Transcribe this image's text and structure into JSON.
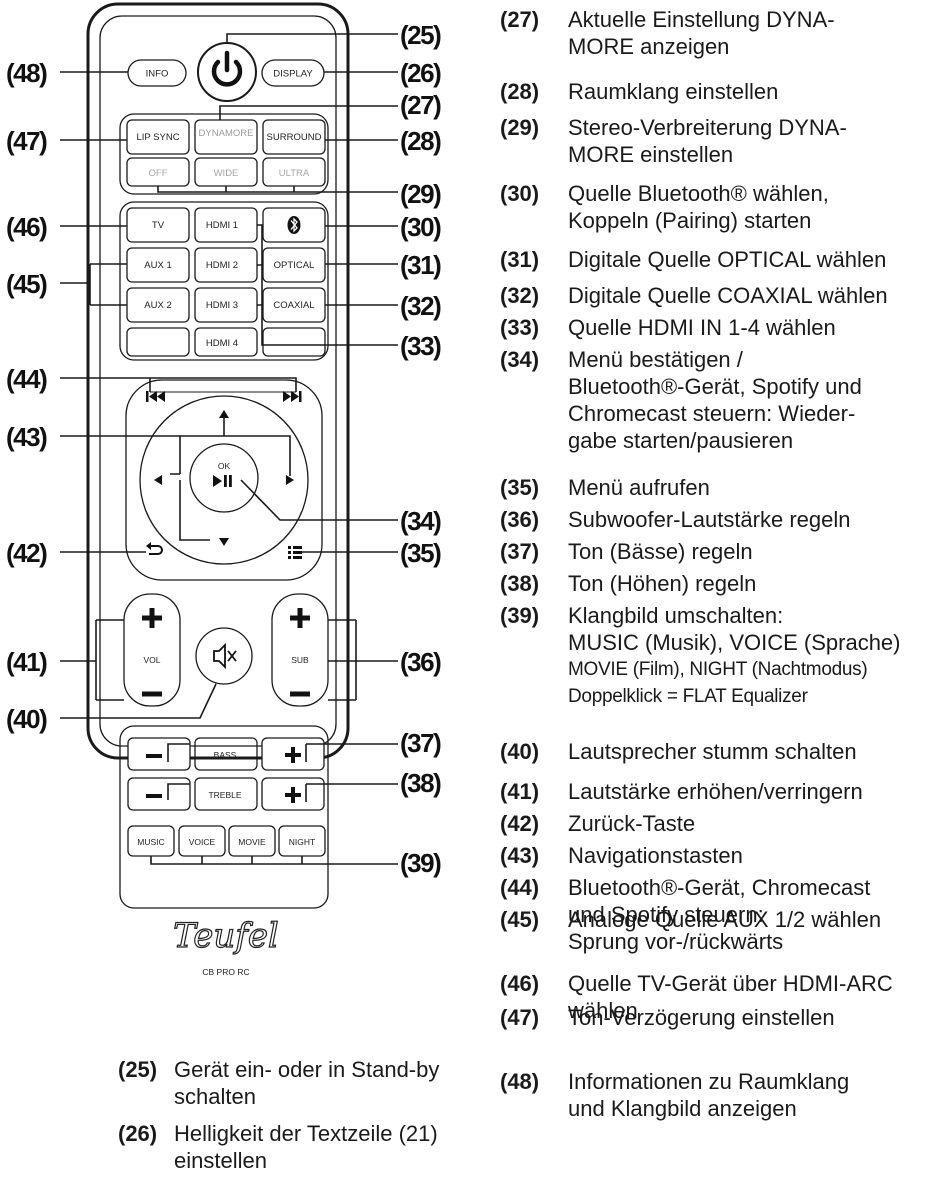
{
  "remote": {
    "buttons": {
      "info": "INFO",
      "display": "DISPLAY",
      "lip_sync": "LIP SYNC",
      "dynamore": "DYNAMORE",
      "surround": "SURROUND",
      "off": "OFF",
      "wide": "WIDE",
      "ultra": "ULTRA",
      "tv": "TV",
      "hdmi1": "HDMI 1",
      "aux1": "AUX 1",
      "hdmi2": "HDMI 2",
      "optical": "OPTICAL",
      "aux2": "AUX 2",
      "hdmi3": "HDMI 3",
      "coaxial": "COAXIAL",
      "hdmi4": "HDMI 4",
      "ok": "OK",
      "vol": "VOL",
      "sub": "SUB",
      "bass": "BASS",
      "treble": "TREBLE",
      "music": "MUSIC",
      "voice": "VOICE",
      "movie": "MOVIE",
      "night": "NIGHT"
    },
    "brand": "Teufel",
    "model": "CB PRO RC",
    "callouts": {
      "c25": "(25)",
      "c26": "(26)",
      "c27": "(27)",
      "c28": "(28)",
      "c29": "(29)",
      "c30": "(30)",
      "c31": "(31)",
      "c32": "(32)",
      "c33": "(33)",
      "c34": "(34)",
      "c35": "(35)",
      "c36": "(36)",
      "c37": "(37)",
      "c38": "(38)",
      "c39": "(39)",
      "c40": "(40)",
      "c41": "(41)",
      "c42": "(42)",
      "c43": "(43)",
      "c44": "(44)",
      "c45": "(45)",
      "c46": "(46)",
      "c47": "(47)",
      "c48": "(48)"
    }
  },
  "left_descriptions": [
    {
      "num": "(25)",
      "lines": [
        "Gerät ein- oder in Stand-by",
        "schalten"
      ]
    },
    {
      "num": "(26)",
      "lines": [
        "Helligkeit der Textzeile (21)",
        "einstellen"
      ]
    }
  ],
  "descriptions": [
    {
      "num": "(27)",
      "lines": [
        "Aktuelle Einstellung DYNA-",
        "MORE anzeigen"
      ]
    },
    {
      "num": "(28)",
      "lines": [
        "Raumklang einstellen"
      ]
    },
    {
      "num": "(29)",
      "lines": [
        "Stereo-Verbreiterung DYNA-",
        "MORE einstellen"
      ]
    },
    {
      "num": "(30)",
      "lines": [
        "Quelle Bluetooth® wählen,",
        "Koppeln (Pairing) starten"
      ]
    },
    {
      "num": "(31)",
      "lines": [
        "Digitale Quelle OPTICAL wählen"
      ]
    },
    {
      "num": "(32)",
      "lines": [
        "Digitale Quelle COAXIAL wählen"
      ]
    },
    {
      "num": "(33)",
      "lines": [
        "Quelle HDMI IN 1-4 wählen"
      ]
    },
    {
      "num": "(34)",
      "lines": [
        "Menü bestätigen /",
        "Bluetooth®-Gerät, Spotify und",
        "Chromecast steuern: Wieder-",
        "gabe starten/pausieren"
      ]
    },
    {
      "num": "(35)",
      "lines": [
        "Menü aufrufen"
      ]
    },
    {
      "num": "(36)",
      "lines": [
        "Subwoofer-Lautstärke regeln"
      ]
    },
    {
      "num": "(37)",
      "lines": [
        "Ton (Bässe) regeln"
      ]
    },
    {
      "num": "(38)",
      "lines": [
        "Ton (Höhen) regeln"
      ]
    },
    {
      "num": "(39)",
      "lines": [
        "Klangbild umschalten:",
        "MUSIC (Musik), VOICE (Sprache)",
        "MOVIE (Film), NIGHT (Nachtmodus)",
        "Doppelklick = FLAT Equalizer"
      ]
    },
    {
      "num": "(40)",
      "lines": [
        "Lautsprecher stumm schalten"
      ]
    },
    {
      "num": "(41)",
      "lines": [
        "Lautstärke erhöhen/verringern"
      ]
    },
    {
      "num": "(42)",
      "lines": [
        "Zurück-Taste"
      ]
    },
    {
      "num": "(43)",
      "lines": [
        "Navigationstasten"
      ]
    },
    {
      "num": "(44)",
      "lines": [
        "Bluetooth®-Gerät, Chromecast",
        "und Spotify steuern:",
        "Sprung vor-/rückwärts"
      ]
    },
    {
      "num": "(45)",
      "lines": [
        "Analoge Quelle AUX 1/2 wählen"
      ]
    },
    {
      "num": "(46)",
      "lines": [
        "Quelle TV-Gerät über HDMI-ARC",
        "wählen"
      ]
    },
    {
      "num": "(47)",
      "lines": [
        "Ton-Verzögerung einstellen"
      ]
    },
    {
      "num": "(48)",
      "lines": [
        "Informationen zu Raumklang",
        "und Klangbild anzeigen"
      ]
    }
  ]
}
